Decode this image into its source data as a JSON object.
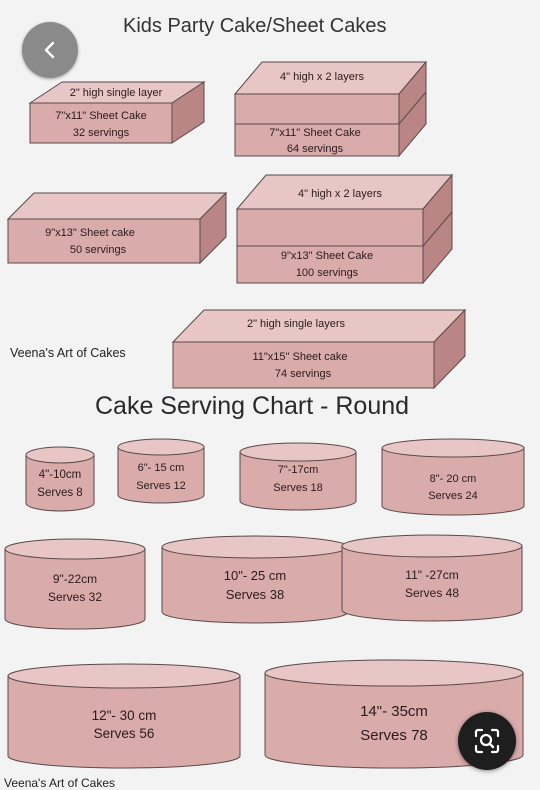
{
  "app": {
    "back_icon": "chevron-left-icon",
    "lens_icon": "visual-search-icon"
  },
  "colors": {
    "background": "#f3f3f3",
    "cake_front": "#d8a9a9",
    "cake_top": "#e7c3c3",
    "cake_side": "#b98484",
    "outline": "#5a4a4a"
  },
  "sheet_section": {
    "title": "Kids Party Cake/Sheet Cakes",
    "credit": "Veena's Art of Cakes",
    "cakes": [
      {
        "id": "sheet-7x11-single",
        "layers_label": "2\" high single layer",
        "size": "7\"x11\" Sheet Cake",
        "servings": "32 servings"
      },
      {
        "id": "sheet-7x11-double",
        "layers_label": "4\" high x 2 layers",
        "size": "7\"x11\" Sheet Cake",
        "servings": "64 servings"
      },
      {
        "id": "sheet-9x13-single",
        "layers_label": "",
        "size": "9\"x13\" Sheet cake",
        "servings": "50 servings"
      },
      {
        "id": "sheet-9x13-double",
        "layers_label": "4\" high x 2 layers",
        "size": "9\"x13\" Sheet Cake",
        "servings": "100 servings"
      },
      {
        "id": "sheet-11x15-single",
        "layers_label": "2\" high single layers",
        "size": "11\"x15\" Sheet cake",
        "servings": "74 servings"
      }
    ]
  },
  "round_section": {
    "title": "Cake Serving Chart - Round",
    "footer_credit": "Veena's Art of Cakes",
    "cakes": [
      {
        "size": "4\"-10cm",
        "serves": "Serves 8"
      },
      {
        "size": "6\"- 15 cm",
        "serves": "Serves 12"
      },
      {
        "size": "7\"-17cm",
        "serves": "Serves 18"
      },
      {
        "size": "8\"- 20 cm",
        "serves": "Serves 24"
      },
      {
        "size": "9\"-22cm",
        "serves": "Serves 32"
      },
      {
        "size": "10\"- 25 cm",
        "serves": "Serves 38"
      },
      {
        "size": "11\" -27cm",
        "serves": "Serves 48"
      },
      {
        "size": "12\"- 30 cm",
        "serves": "Serves 56"
      },
      {
        "size": "14\"- 35cm",
        "serves": "Serves 78"
      }
    ]
  }
}
